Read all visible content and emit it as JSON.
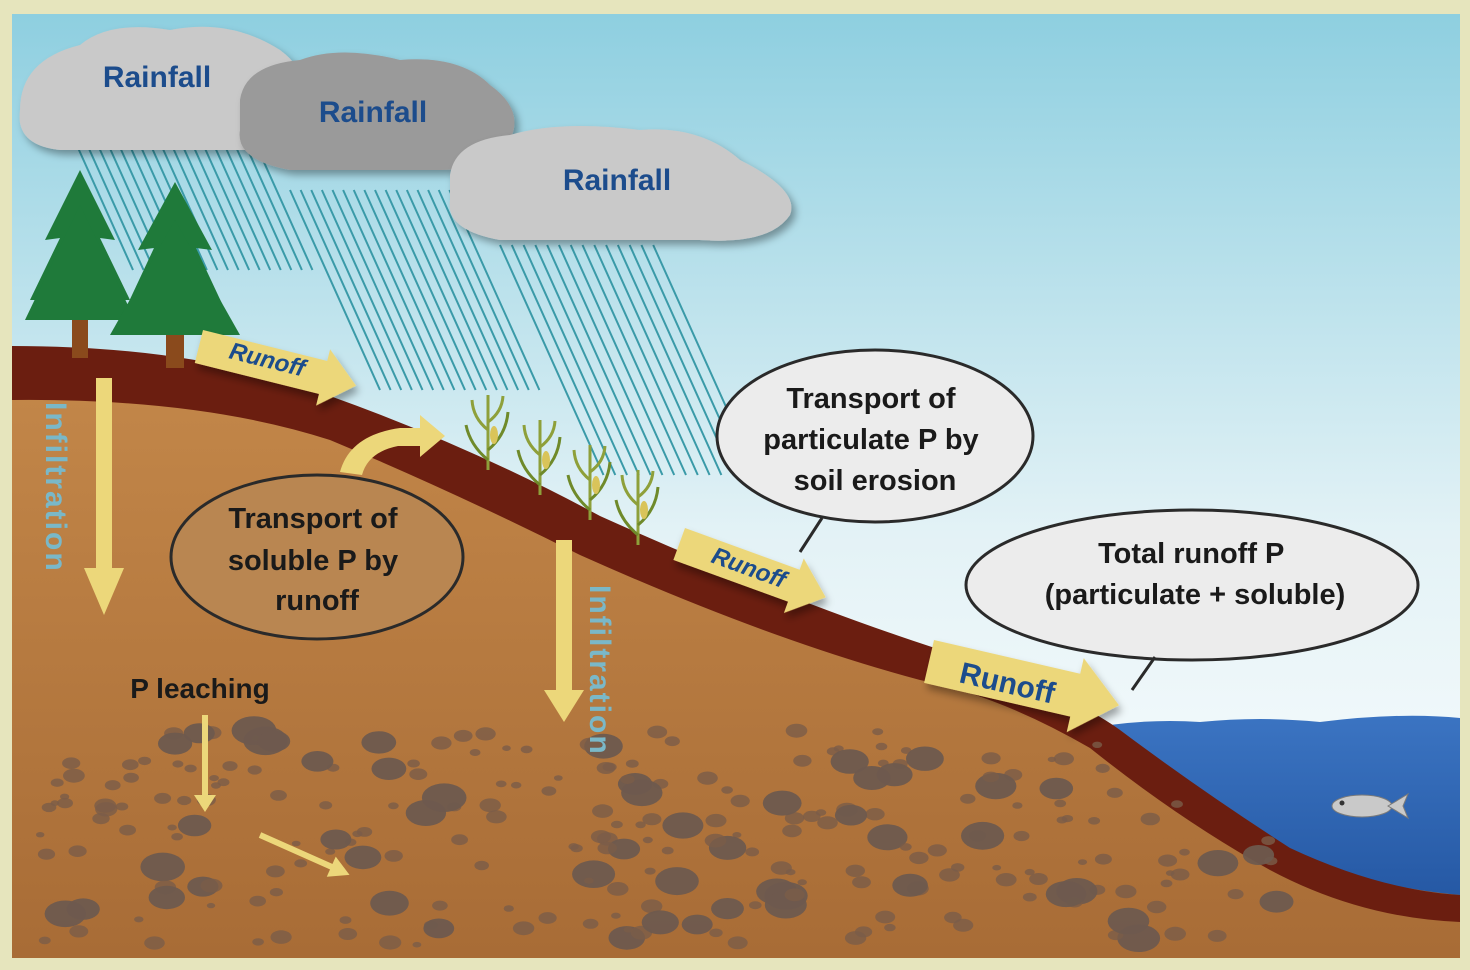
{
  "labels": {
    "cloud1": "Rainfall",
    "cloud2": "Rainfall",
    "cloud3": "Rainfall",
    "runoff1": "Runoff",
    "runoff2": "Runoff",
    "runoff3": "Runoff",
    "infiltration1": "Infiltration",
    "infiltration2": "Infiltration",
    "leaching": "P leaching",
    "soluble": [
      "Transport of",
      "soluble P by",
      "runoff"
    ],
    "particulate": [
      "Transport of",
      "particulate P by",
      "soil erosion"
    ],
    "total": [
      "Total runoff P",
      "(particulate + soluble)"
    ]
  },
  "colors": {
    "sky_top": "#8ecfe0",
    "sky_bottom": "#ffffff",
    "soil": "#b97a3f",
    "topsoil": "#6b1e10",
    "water": "#2b62b0",
    "arrow": "#ecd77a",
    "label_blue": "#1c4c8c",
    "infiltration_text": "#7ab8c8",
    "rain": "#3a9aa8",
    "tree": "#1f7a3a"
  },
  "icons": [
    "tree-icon",
    "corn-plant-icon",
    "fish-icon",
    "cloud-icon"
  ]
}
